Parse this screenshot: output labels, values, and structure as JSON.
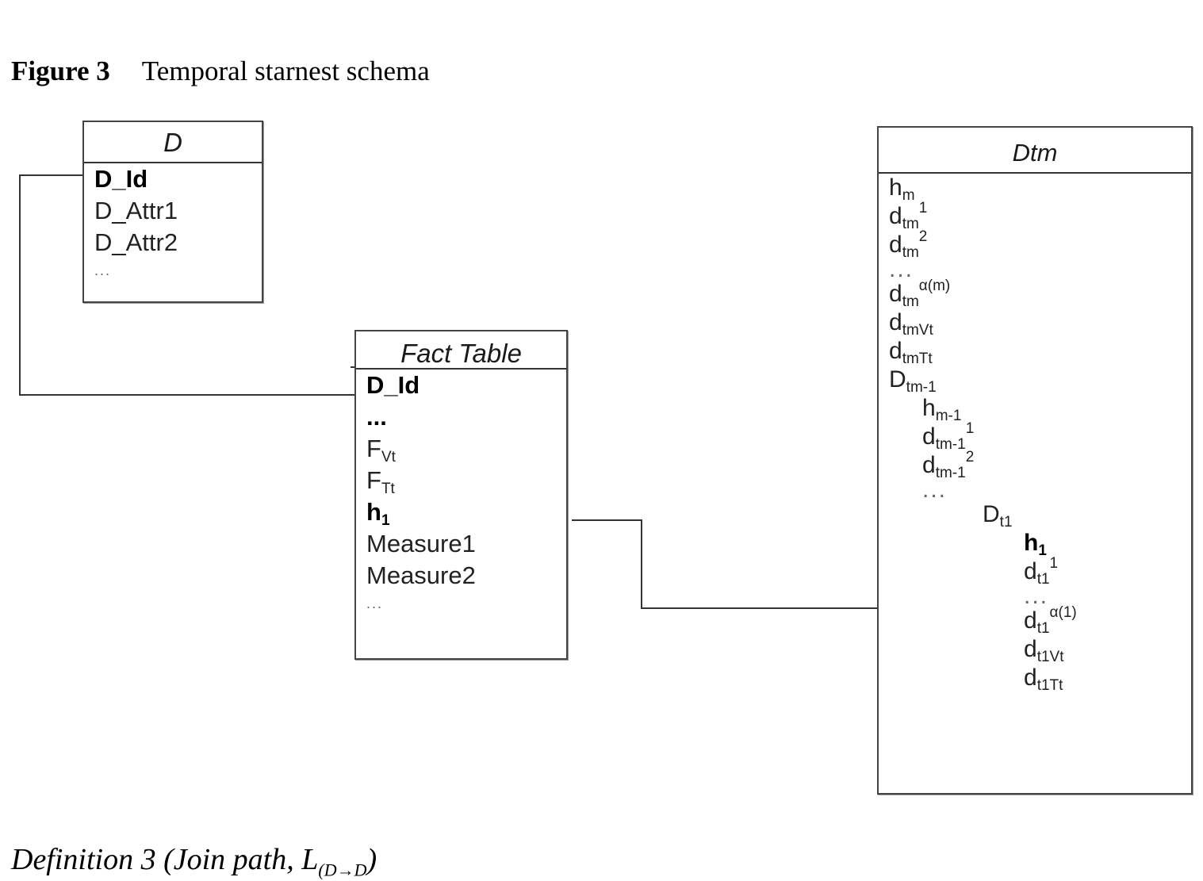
{
  "caption": {
    "figure_number": "Figure 3",
    "title": "Temporal starnest schema"
  },
  "definition": {
    "text": "Definition 3 (Join path, L",
    "subscript": "(D",
    "subscript_tail": "→D",
    "closing": ")"
  },
  "tables": {
    "d": {
      "title": "D",
      "rows": [
        {
          "main": "D_Id",
          "bold": true
        },
        {
          "main": "D_Attr1"
        },
        {
          "main": "D_Attr2"
        },
        {
          "main": "...",
          "dots": true
        }
      ]
    },
    "fact": {
      "title": "Fact Table",
      "rows": [
        {
          "main": "D_Id",
          "bold": true
        },
        {
          "main": "...",
          "bold": true
        },
        {
          "main": "F",
          "sub": "Vt"
        },
        {
          "main": "F",
          "sub": "Tt"
        },
        {
          "main": "h",
          "sub": "1",
          "bold": true
        },
        {
          "main": "Measure1"
        },
        {
          "main": "Measure2"
        },
        {
          "main": "...",
          "dots": true
        }
      ]
    },
    "dtm": {
      "title": "Dtm",
      "rows": [
        {
          "main": "h",
          "sub": "m",
          "indent": 0
        },
        {
          "main": "d",
          "sub": "tm",
          "sup": "1",
          "indent": 0
        },
        {
          "main": "d",
          "sub": "tm",
          "sup": "2",
          "indent": 0
        },
        {
          "main": "...",
          "dots": true,
          "indent": 0
        },
        {
          "main": "d",
          "sub": "tm",
          "sup": "α(m)",
          "indent": 0
        },
        {
          "main": "d",
          "sub": "tmVt",
          "indent": 0
        },
        {
          "main": "d",
          "sub": "tmTt",
          "indent": 0
        },
        {
          "main": "D",
          "sub": "tm-1",
          "indent": 0
        },
        {
          "main": "h",
          "sub": "m-1",
          "indent": 1
        },
        {
          "main": "d",
          "sub": "tm-1",
          "sup": "1",
          "indent": 1
        },
        {
          "main": "d",
          "sub": "tm-1",
          "sup": "2",
          "indent": 1
        },
        {
          "main": "...",
          "dots": true,
          "indent": 1
        },
        {
          "main": "D",
          "sub": "t1",
          "indent": 2
        },
        {
          "main": "h",
          "sub": "1",
          "bold": true,
          "indent": 3
        },
        {
          "main": "d",
          "sub": "t1",
          "sup": "1",
          "indent": 3
        },
        {
          "main": "...",
          "dots": true,
          "indent": 3
        },
        {
          "main": "d",
          "sub": "t1",
          "sup": "α(1)",
          "indent": 3
        },
        {
          "main": "d",
          "sub": "t1Vt",
          "indent": 3
        },
        {
          "main": "d",
          "sub": "t1Tt",
          "indent": 3
        }
      ]
    }
  },
  "connectors": [
    {
      "from": "D.D_Id",
      "to": "Fact Table.D_Id"
    },
    {
      "from": "Fact Table.h1",
      "to": "Dtm.h1"
    }
  ]
}
